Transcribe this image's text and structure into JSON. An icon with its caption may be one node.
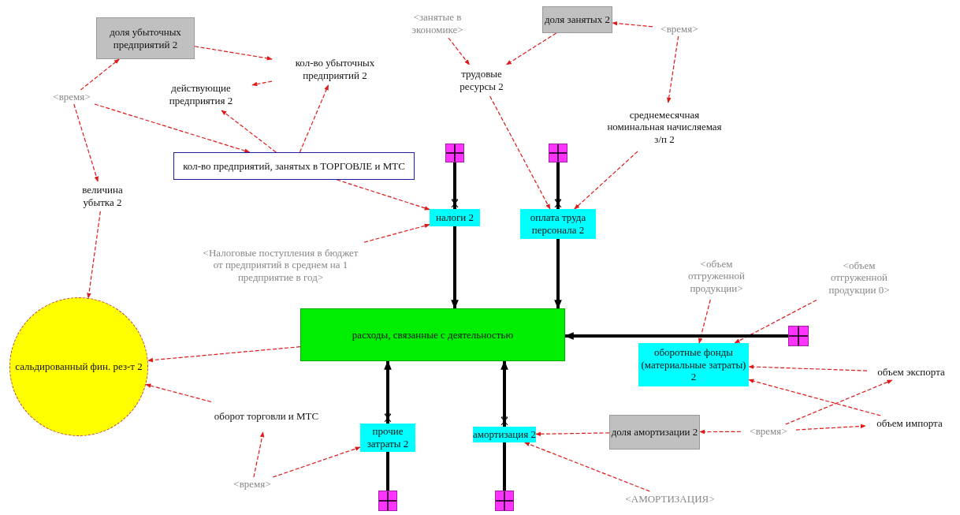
{
  "diagram": {
    "nodes": [
      {
        "text": [
          "доля убыточных предприятий 2"
        ]
      },
      {
        "text": [
          "<время>"
        ]
      },
      {
        "text": [
          "кол-во убыточных предприятий 2"
        ]
      },
      {
        "text": [
          "действующие предприятия 2"
        ]
      },
      {
        "text": [
          "кол-во предприятий, занятых в ТОРГОВЛЕ и МТС"
        ]
      },
      {
        "text": [
          "величина убытка 2"
        ]
      },
      {
        "text": [
          "<занятые в экономике>"
        ]
      },
      {
        "text": [
          "доля занятых 2"
        ]
      },
      {
        "text": [
          "<время>"
        ]
      },
      {
        "text": [
          "трудовые ресурсы 2"
        ]
      },
      {
        "text": [
          "среднемесячная номинальная начисляемая з/п 2"
        ]
      },
      {
        "text": [],
        "shape": "box"
      },
      {
        "text": [],
        "shape": "box"
      },
      {
        "text": [
          "налоги 2"
        ]
      },
      {
        "text": [
          "оплата труда персонала 2"
        ]
      },
      {
        "text": [
          "<Налоговые поступления в бюджет от предприятий в среднем на 1 предприятие в год>"
        ]
      },
      {
        "text": [
          "<объем отгруженной продукции>"
        ]
      },
      {
        "text": [
          "<объем отгруженной продукции 0>"
        ]
      },
      {
        "text": [
          "расходы, связанные с деятельностью"
        ]
      },
      {
        "text": [],
        "shape": "box"
      },
      {
        "text": [
          "сальдированный фин. рез-т 2"
        ]
      },
      {
        "text": [
          "оборотные фонды (материальные затраты) 2"
        ]
      },
      {
        "text": [
          "объем экспорта"
        ]
      },
      {
        "text": [
          "оборот торговли и МТС"
        ]
      },
      {
        "text": [
          "прочие затраты 2"
        ]
      },
      {
        "text": [
          "амортизация 2"
        ]
      },
      {
        "text": [
          "доля амортизации 2"
        ]
      },
      {
        "text": [
          "<время>"
        ]
      },
      {
        "text": [
          "объем импорта"
        ]
      },
      {
        "text": [
          "<время>"
        ]
      },
      {
        "text": [],
        "shape": "box"
      },
      {
        "text": [],
        "shape": "box"
      },
      {
        "text": [
          "<АМОРТИЗАЦИЯ>"
        ]
      }
    ],
    "edges": [
      {
        "from": 1,
        "to": 0,
        "arrow": "to",
        "style": "dashed"
      },
      {
        "from": 0,
        "to": 2,
        "arrow": "to",
        "style": "dashed"
      },
      {
        "from": 2,
        "to": 3,
        "arrow": "to",
        "style": "dashed"
      },
      {
        "from": 1,
        "to": 4,
        "arrow": "to",
        "style": "dashed"
      },
      {
        "from": 4,
        "to": 3,
        "arrow": "to",
        "style": "dashed"
      },
      {
        "from": 4,
        "to": 2,
        "arrow": "to",
        "style": "dashed"
      },
      {
        "from": 1,
        "to": 5,
        "arrow": "to",
        "style": "dashed"
      },
      {
        "from": 5,
        "to": 20,
        "arrow": "to",
        "style": "dashed"
      },
      {
        "from": 4,
        "to": 13,
        "arrow": "to",
        "style": "dashed"
      },
      {
        "from": 15,
        "to": 13,
        "arrow": "to",
        "style": "dashed"
      },
      {
        "from": 6,
        "to": 9,
        "arrow": "to",
        "style": "dashed"
      },
      {
        "from": 7,
        "to": 9,
        "arrow": "to",
        "style": "dashed"
      },
      {
        "from": 8,
        "to": 7,
        "arrow": "to",
        "style": "dashed"
      },
      {
        "from": 8,
        "to": 10,
        "arrow": "to",
        "style": "dashed"
      },
      {
        "from": 9,
        "to": 14,
        "arrow": "to",
        "style": "dashed"
      },
      {
        "from": 10,
        "to": 14,
        "arrow": "to",
        "style": "dashed"
      },
      {
        "from": 16,
        "to": 21,
        "arrow": "to",
        "style": "dashed"
      },
      {
        "from": 17,
        "to": 21,
        "arrow": "to",
        "style": "dashed"
      },
      {
        "from": 18,
        "to": 20,
        "arrow": "to",
        "style": "dashed"
      },
      {
        "from": 23,
        "to": 20,
        "arrow": "to",
        "style": "dashed"
      },
      {
        "from": 22,
        "to": 21,
        "arrow": "to",
        "style": "dashed"
      },
      {
        "from": 28,
        "to": 21,
        "arrow": "to",
        "style": "dashed"
      },
      {
        "from": 27,
        "to": 22,
        "arrow": "to",
        "style": "dashed"
      },
      {
        "from": 27,
        "to": 28,
        "arrow": "to",
        "style": "dashed"
      },
      {
        "from": 27,
        "to": 26,
        "arrow": "to",
        "style": "dashed"
      },
      {
        "from": 26,
        "to": 25,
        "arrow": "to",
        "style": "dashed"
      },
      {
        "from": 32,
        "to": 25,
        "arrow": "to",
        "style": "dashed"
      },
      {
        "from": 29,
        "to": 23,
        "arrow": "to",
        "style": "dashed"
      },
      {
        "from": 29,
        "to": 24,
        "arrow": "to",
        "style": "dashed"
      },
      {
        "from": 11,
        "to": 13,
        "arrow": "none",
        "style": "thick",
        "color": "#000000"
      },
      {
        "from": 13,
        "to": 18,
        "arrow": "to",
        "style": "thick",
        "color": "#000000"
      },
      {
        "from": 12,
        "to": 14,
        "arrow": "none",
        "style": "thick",
        "color": "#000000"
      },
      {
        "from": 14,
        "to": 18,
        "arrow": "to",
        "style": "thick",
        "color": "#000000"
      },
      {
        "from": 30,
        "to": 24,
        "arrow": "none",
        "style": "thick",
        "color": "#000000"
      },
      {
        "from": 24,
        "to": 18,
        "arrow": "to",
        "style": "thick",
        "color": "#000000"
      },
      {
        "from": 31,
        "to": 25,
        "arrow": "none",
        "style": "thick",
        "color": "#000000"
      },
      {
        "from": 25,
        "to": 18,
        "arrow": "to",
        "style": "thick",
        "color": "#000000"
      },
      {
        "from": 19,
        "to": 18,
        "arrow": "to",
        "style": "thick",
        "color": "#000000"
      }
    ]
  }
}
